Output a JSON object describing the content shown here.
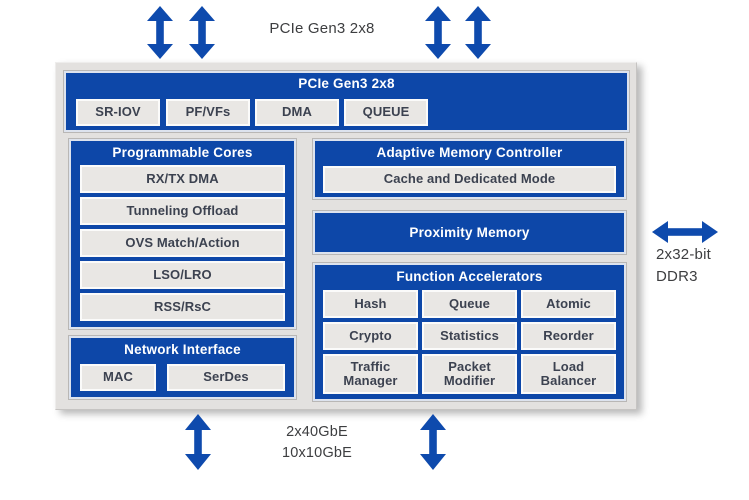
{
  "colors": {
    "container_blue": "#0d47a8",
    "arrow_blue": "#0e4aad",
    "chip_gray": "#e3e1df",
    "subbox_gray": "#e9e7e4",
    "subbox_text": "#3c4250",
    "outside_text": "#3d3e40"
  },
  "top": {
    "label": "PCIe Gen3 2x8"
  },
  "chip": {
    "pcie": {
      "title": "PCIe Gen3 2x8",
      "items": [
        "SR-IOV",
        "PF/VFs",
        "DMA",
        "QUEUE"
      ]
    },
    "programmable_cores": {
      "title": "Programmable Cores",
      "items": [
        "RX/TX DMA",
        "Tunneling Offload",
        "OVS Match/Action",
        "LSO/LRO",
        "RSS/RsC"
      ]
    },
    "network_interface": {
      "title": "Network Interface",
      "items": [
        "MAC",
        "SerDes"
      ]
    },
    "adaptive_memory_controller": {
      "title": "Adaptive Memory Controller",
      "items": [
        "Cache and Dedicated Mode"
      ]
    },
    "proximity_memory": {
      "title": "Proximity Memory"
    },
    "function_accelerators": {
      "title": "Function Accelerators",
      "items": [
        "Hash",
        "Queue",
        "Atomic",
        "Crypto",
        "Statistics",
        "Reorder",
        "Traffic Manager",
        "Packet Modifier",
        "Load Balancer"
      ]
    }
  },
  "right": {
    "line1": "2x32-bit",
    "line2": "DDR3"
  },
  "bottom": {
    "line1": "2x40GbE",
    "line2": "10x10GbE"
  }
}
